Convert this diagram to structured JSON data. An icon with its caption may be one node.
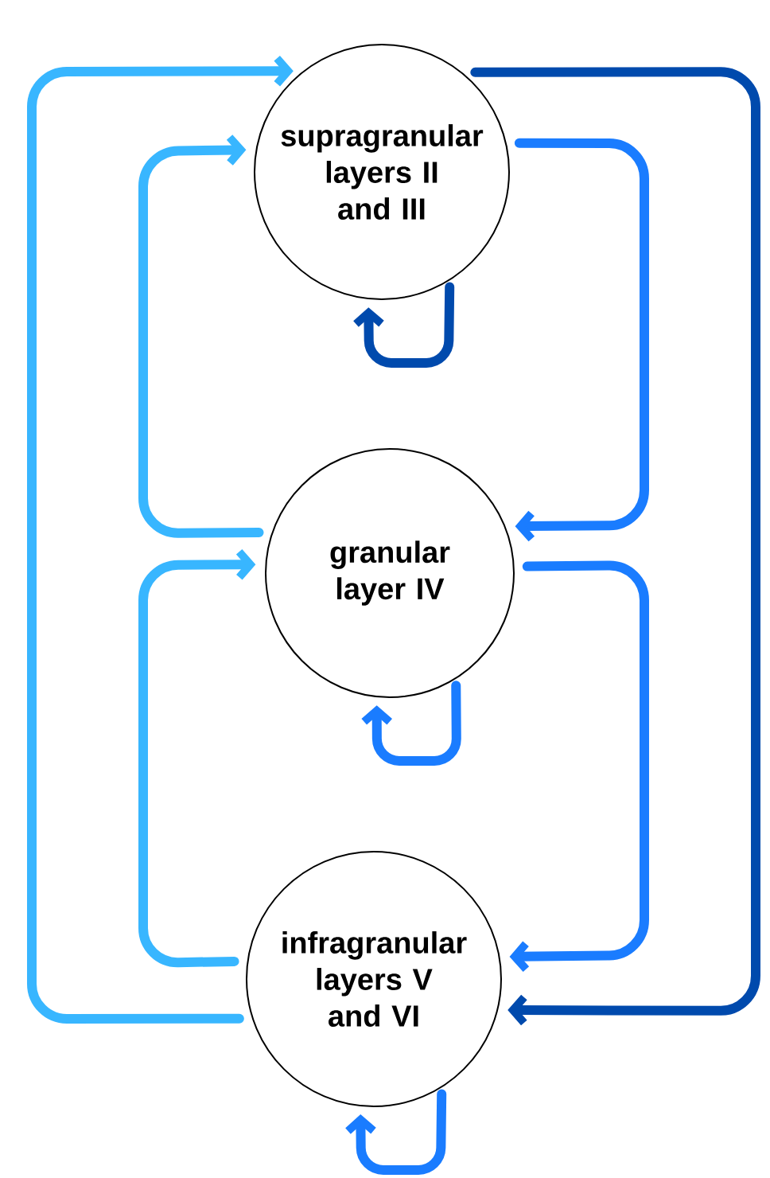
{
  "diagram": {
    "nodes": [
      {
        "text": [
          "supragranular layers II and III"
        ]
      },
      {
        "text": [
          "granular layer IV"
        ]
      },
      {
        "text": [
          "infragranular layers V and VI"
        ]
      }
    ],
    "edges": [
      {
        "from": 2,
        "to": 0,
        "arrow": "to",
        "color": "#38b6ff"
      },
      {
        "from": 1,
        "to": 0,
        "arrow": "to",
        "color": "#38b6ff"
      },
      {
        "from": 2,
        "to": 1,
        "arrow": "to",
        "color": "#38b6ff"
      },
      {
        "from": 0,
        "to": 2,
        "arrow": "to",
        "color": "#004aad"
      },
      {
        "from": 0,
        "to": 1,
        "arrow": "to"
      },
      {
        "from": 1,
        "to": 2,
        "arrow": "to"
      },
      {
        "from": 0,
        "to": 0,
        "arrow": "to",
        "color": "#004aad"
      },
      {
        "from": 1,
        "to": 1,
        "arrow": "to"
      },
      {
        "from": 2,
        "to": 2,
        "arrow": "to"
      }
    ]
  }
}
